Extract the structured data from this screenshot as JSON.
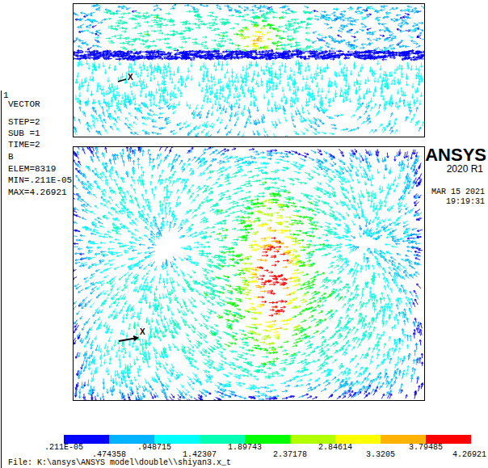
{
  "diagram": {
    "labels": [
      "1",
      "VECTOR",
      "STEP=2",
      "SUB =1",
      "TIME=2",
      "B",
      "ELEM=8319",
      "MIN=.211E-05",
      "MAX=4.26921",
      "ANSYS",
      "2020 R1",
      "MAR 15 2021",
      "19:19:31",
      "X",
      "X",
      "4.26921",
      "File: K:\\ansys\\ANSYS model\\double\\\\shiyan3.x_t"
    ],
    "legend": [
      {
        "text": ".211E-05",
        "color": "#0000ff"
      },
      {
        "text": ".474358",
        "color": "#00b2ff"
      },
      {
        "text": ".948715",
        "color": "#00ffff"
      },
      {
        "text": "1.42307",
        "color": "#00ffb2"
      },
      {
        "text": "1.89743",
        "color": "#00ff00"
      },
      {
        "text": "2.37178",
        "color": "#b2ff00"
      },
      {
        "text": "2.84614",
        "color": "#ffff00"
      },
      {
        "text": "3.3205",
        "color": "#ffb200"
      },
      {
        "text": "3.79485",
        "color": "#ff0000"
      }
    ]
  }
}
